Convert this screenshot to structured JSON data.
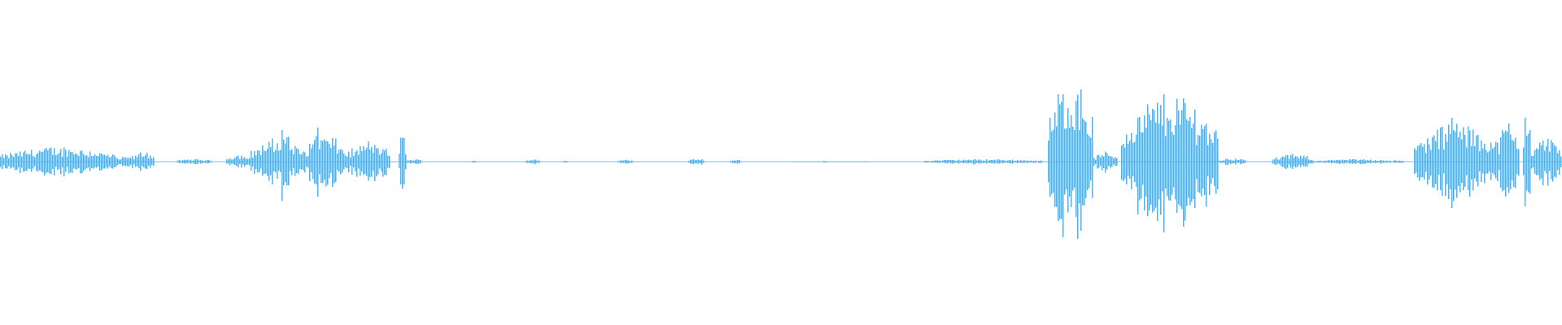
{
  "waveform": {
    "color": "#5dade2",
    "centerline_color": "#7fbde6",
    "background": "#ffffff",
    "segments": [
      {
        "start": 0.0,
        "end": 0.074,
        "amp": 0.12
      },
      {
        "start": 0.074,
        "end": 0.098,
        "amp": 0.05
      },
      {
        "start": 0.086,
        "end": 0.098,
        "amp": 0.09
      },
      {
        "start": 0.113,
        "end": 0.136,
        "amp": 0.02
      },
      {
        "start": 0.145,
        "end": 0.16,
        "amp": 0.06
      },
      {
        "start": 0.16,
        "end": 0.195,
        "amp": 0.18
      },
      {
        "start": 0.178,
        "end": 0.185,
        "amp": 0.33
      },
      {
        "start": 0.195,
        "end": 0.22,
        "amp": 0.22
      },
      {
        "start": 0.2,
        "end": 0.205,
        "amp": 0.38
      },
      {
        "start": 0.215,
        "end": 0.24,
        "amp": 0.1
      },
      {
        "start": 0.224,
        "end": 0.25,
        "amp": 0.16
      },
      {
        "start": 0.255,
        "end": 0.26,
        "amp": 0.23
      },
      {
        "start": 0.26,
        "end": 0.27,
        "amp": 0.02
      },
      {
        "start": 0.3,
        "end": 0.305,
        "amp": 0.01
      },
      {
        "start": 0.336,
        "end": 0.345,
        "amp": 0.02
      },
      {
        "start": 0.359,
        "end": 0.363,
        "amp": 0.01
      },
      {
        "start": 0.396,
        "end": 0.406,
        "amp": 0.02
      },
      {
        "start": 0.441,
        "end": 0.451,
        "amp": 0.03
      },
      {
        "start": 0.467,
        "end": 0.475,
        "amp": 0.02
      },
      {
        "start": 0.506,
        "end": 0.556,
        "amp": 0.005
      },
      {
        "start": 0.592,
        "end": 0.667,
        "amp": 0.02
      },
      {
        "start": 0.671,
        "end": 0.7,
        "amp": 0.7
      },
      {
        "start": 0.7,
        "end": 0.715,
        "amp": 0.08
      },
      {
        "start": 0.718,
        "end": 0.78,
        "amp": 0.55
      },
      {
        "start": 0.73,
        "end": 0.78,
        "amp": 0.45
      },
      {
        "start": 0.78,
        "end": 0.797,
        "amp": 0.03
      },
      {
        "start": 0.815,
        "end": 0.84,
        "amp": 0.06
      },
      {
        "start": 0.84,
        "end": 0.898,
        "amp": 0.02
      },
      {
        "start": 0.905,
        "end": 0.96,
        "amp": 0.3
      },
      {
        "start": 0.925,
        "end": 0.935,
        "amp": 0.43
      },
      {
        "start": 0.958,
        "end": 0.972,
        "amp": 0.32
      },
      {
        "start": 0.975,
        "end": 0.98,
        "amp": 0.56
      },
      {
        "start": 0.98,
        "end": 1.0,
        "amp": 0.2
      }
    ]
  }
}
